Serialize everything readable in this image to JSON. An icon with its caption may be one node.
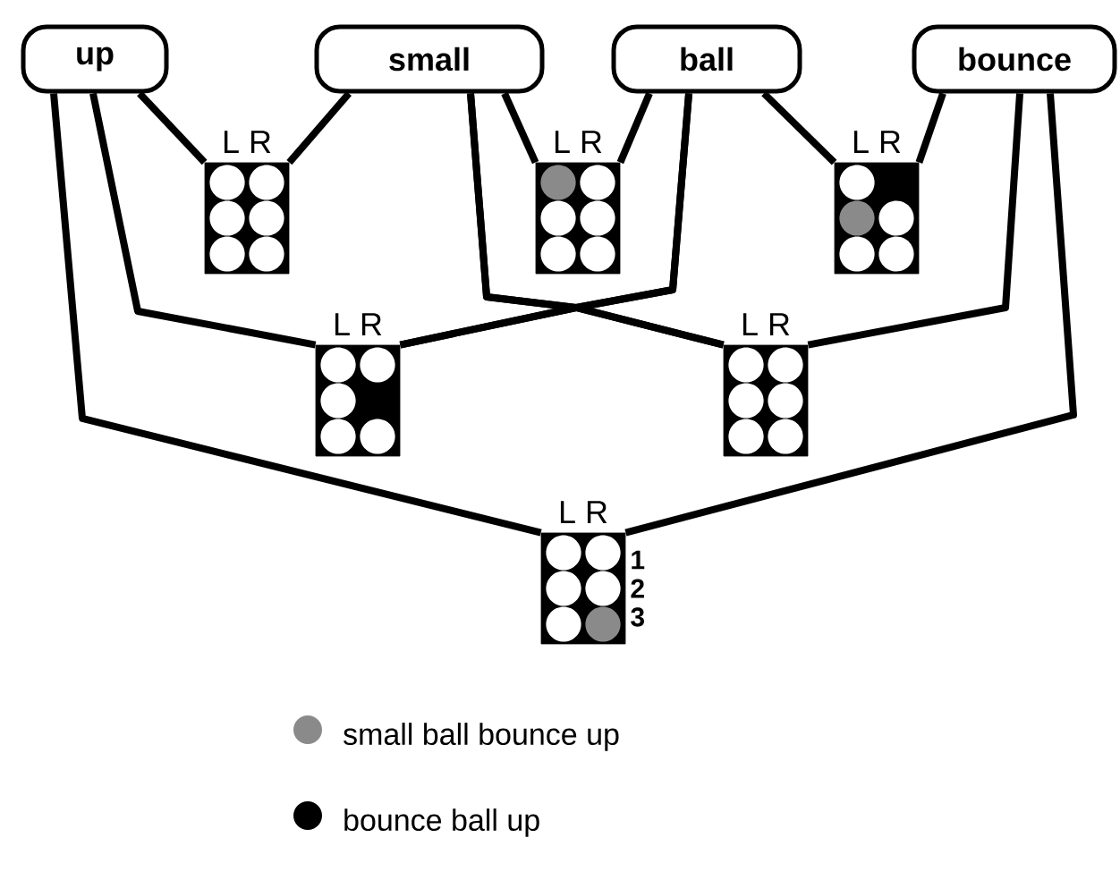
{
  "diagram": {
    "nodes": [
      {
        "text": [
          "up"
        ]
      },
      {
        "text": [
          "small"
        ]
      },
      {
        "text": [
          "ball"
        ]
      },
      {
        "text": [
          "bounce"
        ]
      },
      {
        "text": [
          "L R"
        ]
      },
      {
        "text": [
          "L R"
        ]
      },
      {
        "text": [
          "L R"
        ]
      },
      {
        "text": [
          "L R"
        ]
      },
      {
        "text": [
          "L R"
        ]
      },
      {
        "text": [
          "L R"
        ],
        "beside": [
          "1",
          "2",
          "3"
        ]
      }
    ],
    "edges": [
      {
        "from": 0,
        "to": 4,
        "arrow": "none"
      },
      {
        "from": 1,
        "to": 4,
        "arrow": "none"
      },
      {
        "from": 1,
        "to": 5,
        "arrow": "none"
      },
      {
        "from": 2,
        "to": 5,
        "arrow": "none"
      },
      {
        "from": 2,
        "to": 6,
        "arrow": "none"
      },
      {
        "from": 3,
        "to": 6,
        "arrow": "none"
      },
      {
        "from": 0,
        "to": 7,
        "arrow": "none"
      },
      {
        "from": 1,
        "to": 7,
        "arrow": "none"
      },
      {
        "from": 2,
        "to": 7,
        "arrow": "none"
      },
      {
        "from": 1,
        "to": 8,
        "arrow": "none"
      },
      {
        "from": 2,
        "to": 8,
        "arrow": "none"
      },
      {
        "from": 3,
        "to": 8,
        "arrow": "none"
      },
      {
        "from": 0,
        "to": 9,
        "arrow": "none"
      },
      {
        "from": 3,
        "to": 9,
        "arrow": "none"
      }
    ],
    "legend": [
      {
        "text": "small ball bounce up",
        "color": "#8a8a8a"
      },
      {
        "text": "bounce ball up",
        "color": "#000000"
      }
    ]
  }
}
